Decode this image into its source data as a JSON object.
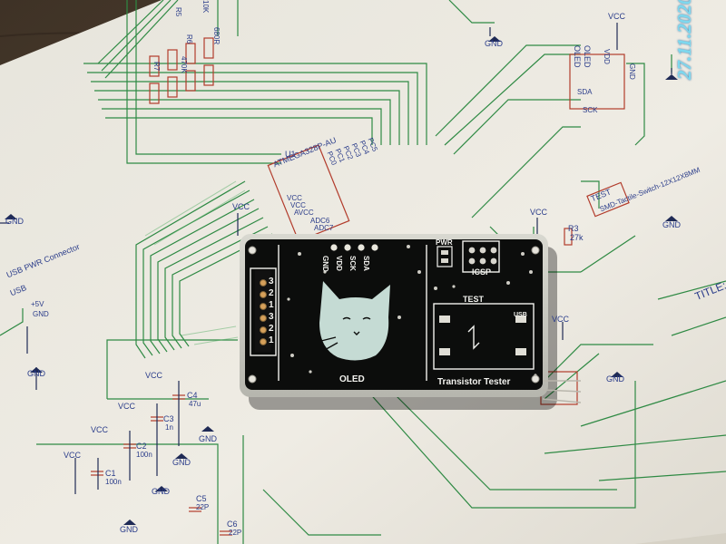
{
  "photo": {
    "date_stamp": "27.11.2020",
    "colors": {
      "table_wood": "#4a3a2c",
      "paper": "#e9e6dc",
      "schematic_green": "#2f8a44",
      "schematic_blue": "#2a3c8a",
      "schematic_red": "#b23c2c",
      "pcb_black": "#0c0d0c",
      "pcb_silkscreen": "#f2f2ee",
      "date_stamp": "#7dd8ee"
    }
  },
  "schematic": {
    "u1_name": "U1",
    "u1_part": "ATMEGA328P-AU",
    "u1_pins": [
      "VCC",
      "VCC",
      "AVCC",
      "ADC6",
      "ADC7"
    ],
    "u1_port_pins": [
      "PC0",
      "PC1",
      "PC2",
      "PC3",
      "PC4",
      "PC5"
    ],
    "oled_name": "OLED",
    "oled_part": "OLED",
    "oled_pins": [
      "SDA",
      "SCK",
      "VDD",
      "GND"
    ],
    "test_name": "TEST",
    "test_part": "SMD-Tactile-Switch-12X12X8MM",
    "r3_name": "R3",
    "r3_value": "27k",
    "usb_connector": "USB PWR Connector",
    "usb_name": "USB",
    "usb_pins": [
      "+5V",
      "GND"
    ],
    "title_label": "TITLE:",
    "vcc": "VCC",
    "gnd": "GND",
    "capacitors": [
      {
        "name": "C1",
        "value": "100n"
      },
      {
        "name": "C2",
        "value": "100n"
      },
      {
        "name": "C3",
        "value": "1n"
      },
      {
        "name": "C4",
        "value": "47u"
      },
      {
        "name": "C5",
        "value": "22P"
      },
      {
        "name": "C6",
        "value": "22P"
      }
    ],
    "resistors": [
      {
        "name": "R5",
        "value": "10K"
      },
      {
        "name": "R6",
        "value": "680R"
      },
      {
        "name": "R7",
        "value": "470K"
      }
    ]
  },
  "pcb": {
    "oled_header": [
      "GND",
      "VDD",
      "SCK",
      "SDA"
    ],
    "oled_label": "OLED",
    "pwr_label": "PWR",
    "icsp_label": "ICSP",
    "test_label": "TEST",
    "usb_label": "USB",
    "footer_label": "Transistor Tester",
    "probe_numbers": [
      "3",
      "2",
      "1",
      "3",
      "2",
      "1"
    ]
  }
}
